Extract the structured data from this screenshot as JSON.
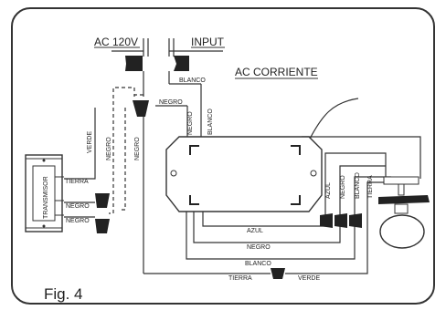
{
  "labels": {
    "ac120v": "AC 120V",
    "input": "INPUT",
    "ac_corriente": "AC CORRIENTE",
    "blanco_top": "BLANCO",
    "negro_top": "NEGRO",
    "blanco_vert": "BLANCO",
    "verde_left": "VERDE",
    "negro_left1": "NEGRO",
    "negro_left2": "NEGRO",
    "tierra_tx": "TIERRA",
    "transmisor": "TRANSMISOR",
    "negro_tx1": "NEGRO",
    "negro_tx2": "NEGRO",
    "azul_vert": "AZUL",
    "negro_vert": "NEGRO",
    "blanco_vert2": "BLANCO",
    "tierra_vert": "TIERRA",
    "azul_h": "AZUL",
    "negro_h": "NEGRO",
    "blanco_h": "BLANCO",
    "tierra_h": "TIERRA",
    "verde_h": "VERDE",
    "fig": "Fig. 4"
  },
  "icons": {
    "wire_nut": "wire-nut-icon",
    "ceiling_fan": "ceiling-fan-icon",
    "wall_transmitter": "wall-transmitter-icon",
    "receiver_box": "receiver-box-icon"
  }
}
